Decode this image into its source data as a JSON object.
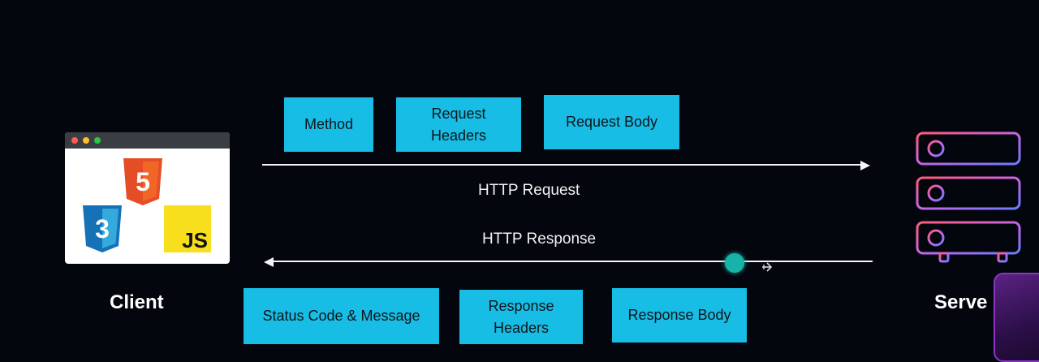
{
  "client": {
    "label": "Client",
    "logos": {
      "html5": "5",
      "css3": "3",
      "js": "JS"
    }
  },
  "server": {
    "label": "Serve"
  },
  "request": {
    "label": "HTTP Request",
    "boxes": [
      "Method",
      "Request\nHeaders",
      "Request Body"
    ]
  },
  "response": {
    "label": "HTTP Response",
    "boxes": [
      "Status Code & Message",
      "Response\nHeaders",
      "Response Body"
    ]
  },
  "colors": {
    "background": "#04060d",
    "box": "#17bde4",
    "box_text": "#10151c",
    "arrow": "#f4f4f4",
    "server_gradient_start": "#ff5a7a",
    "server_gradient_end": "#6a7bff",
    "cursor": "#16b3a8",
    "html5": "#e44d26",
    "css3": "#2965f1",
    "js": "#f7df1e"
  }
}
